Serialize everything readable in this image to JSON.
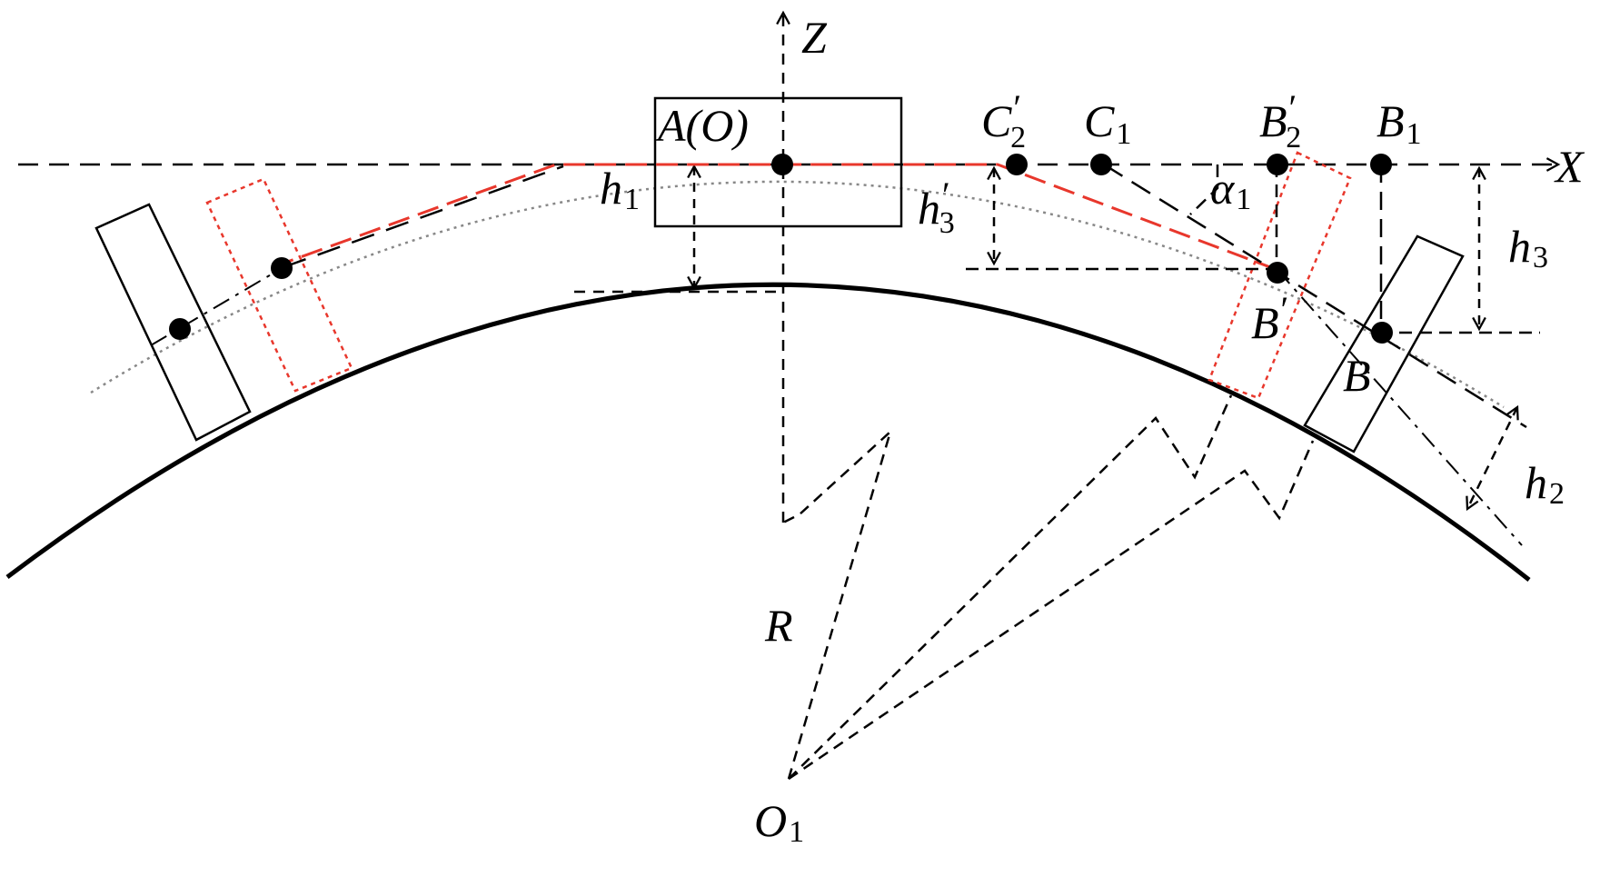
{
  "labels": {
    "z_axis": "Z",
    "x_axis": "X",
    "a_o": "A(O)",
    "c2p_base": "C",
    "c2p_prime": "′",
    "c2p_sub": "2",
    "c1_base": "C",
    "c1_sub": "1",
    "b2p_base": "B",
    "b2p_prime": "′",
    "b2p_sub": "2",
    "b1_base": "B",
    "b1_sub": "1",
    "h1_base": "h",
    "h1_sub": "1",
    "h3p_base": "h",
    "h3p_prime": "′",
    "h3p_sub": "3",
    "alpha1_base": "α",
    "alpha1_sub": "1",
    "h3_base": "h",
    "h3_sub": "3",
    "bp_base": "B",
    "bp_prime": "′",
    "b": "B",
    "h2_base": "h",
    "h2_sub": "2",
    "r": "R",
    "o1_base": "O",
    "o1_sub": "1"
  },
  "colors": {
    "ink": "#000000",
    "red_trace": "#e8372c",
    "dotted_arc": "#888888"
  }
}
